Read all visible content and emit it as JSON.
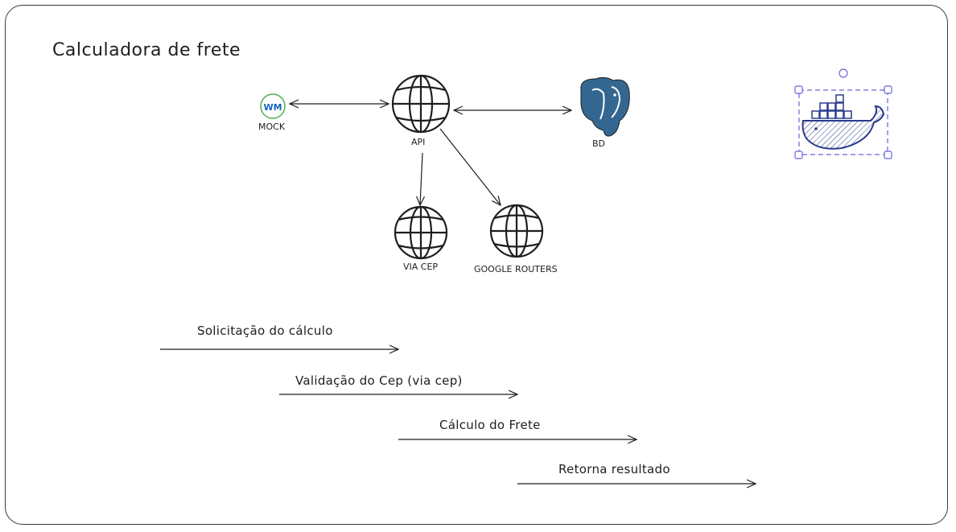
{
  "diagram": {
    "title": "Calculadora de frete",
    "nodes": {
      "mock": {
        "label": "MOCK",
        "badge": "WM",
        "icon": "wiremock-icon"
      },
      "api": {
        "label": "API",
        "icon": "globe-icon"
      },
      "db": {
        "label": "BD",
        "icon": "postgresql-elephant-icon"
      },
      "via_cep": {
        "label": "VIA CEP",
        "icon": "globe-icon"
      },
      "google": {
        "label": "GOOGLE ROUTERS",
        "icon": "globe-icon"
      },
      "docker": {
        "icon": "docker-whale-icon",
        "selected": true
      }
    },
    "connections": [
      {
        "from": "mock",
        "to": "api",
        "style": "bidirectional"
      },
      {
        "from": "api",
        "to": "db",
        "style": "bidirectional"
      },
      {
        "from": "api",
        "to": "via_cep",
        "style": "arrow"
      },
      {
        "from": "api",
        "to": "google",
        "style": "arrow"
      }
    ],
    "steps": [
      {
        "label": "Solicitação do cálculo"
      },
      {
        "label": "Validação do Cep (via cep)"
      },
      {
        "label": "Cálculo do Frete"
      },
      {
        "label": "Retorna resultado"
      }
    ]
  },
  "colors": {
    "stroke": "#1e1e1e",
    "postgres_blue": "#336791",
    "docker_blue": "#2a3a8c",
    "selection": "#6965db",
    "mock_green": "#4caf50"
  }
}
